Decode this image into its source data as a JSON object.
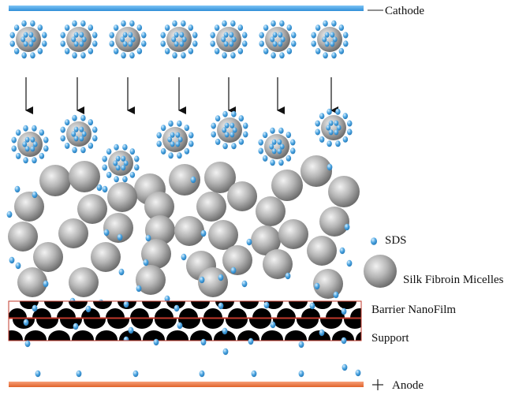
{
  "labels": {
    "cathode": "Cathode",
    "anode": "Anode",
    "anode_sign": "+",
    "sds": "SDS",
    "micelle": "Silk Fibroin Micelles",
    "barrier": "Barrier  NanoFilm",
    "support": "Support"
  },
  "colors": {
    "cathode": "#2f8fd8",
    "anode": "#e0632a",
    "sphere_light": "#f2f2f2",
    "sphere_dark": "#5a5a5a",
    "sds_light": "#d8f0ff",
    "sds_dark": "#1c6fae",
    "barrier_border": "#c0392b",
    "film_fill": "#000000"
  },
  "micelle_count_top_row": 7,
  "arrow_count": 7
}
